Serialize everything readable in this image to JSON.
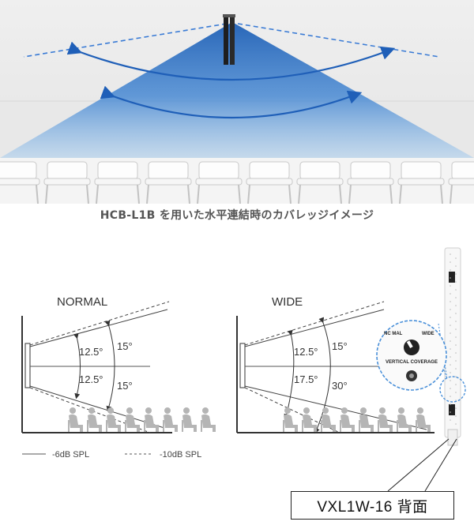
{
  "caption": "HCB-L1B を用いた水平連結時のカバレッジイメージ",
  "normal": {
    "title": "NORMAL",
    "inner_upper": "12.5°",
    "outer_upper": "15°",
    "inner_lower": "12.5°",
    "outer_lower": "15°"
  },
  "wide": {
    "title": "WIDE",
    "inner_upper": "12.5°",
    "outer_upper": "15°",
    "inner_lower": "17.5°",
    "outer_lower": "30°"
  },
  "legend": {
    "solid": "-6dB SPL",
    "dashed": "-10dB SPL"
  },
  "switch_panel": {
    "label_normal": "NC  MAL",
    "label_wide": "WIDE",
    "label_coverage": "VERTICAL COVERAGE"
  },
  "model_label": "VXL1W-16  背面",
  "colors": {
    "blue_beam": "#2a6fc4",
    "arrow_blue": "#1f5fb8",
    "callout_blue": "#4a90d9"
  }
}
